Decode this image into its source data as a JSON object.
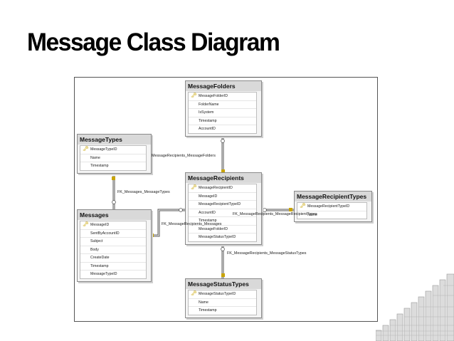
{
  "page": {
    "title": "Message Class Diagram"
  },
  "tables": {
    "message_folders": {
      "name": "MessageFolders",
      "fields": [
        "MessageFolderID",
        "FolderName",
        "IsSystem",
        "Timestamp",
        "AccountID"
      ],
      "key_field": "MessageFolderID"
    },
    "message_types": {
      "name": "MessageTypes",
      "fields": [
        "MessageTypeID",
        "Name",
        "Timestamp"
      ],
      "key_field": "MessageTypeID"
    },
    "message_recipients": {
      "name": "MessageRecipients",
      "fields": [
        "MessageRecipientID",
        "MessageID",
        "MessageRecipientTypeID",
        "AccountID",
        "Timestamp",
        "MessageFolderID",
        "MessageStatusTypeID"
      ],
      "key_field": "MessageRecipientID"
    },
    "message_recipient_types": {
      "name": "MessageRecipientTypes",
      "fields": [
        "MessageRecipientTypeID",
        "Name"
      ],
      "key_field": "MessageRecipientTypeID"
    },
    "messages": {
      "name": "Messages",
      "fields": [
        "MessageID",
        "SentByAccountID",
        "Subject",
        "Body",
        "CreateDate",
        "Timestamp",
        "MessageTypeID"
      ],
      "key_field": "MessageID"
    },
    "message_status_types": {
      "name": "MessageStatusTypes",
      "fields": [
        "MessageStatusTypeID",
        "Name",
        "Timestamp"
      ],
      "key_field": "MessageStatusTypeID"
    }
  },
  "relationships": {
    "recipients_folders": "MessageRecipients_MessageFolders",
    "messages_types": "FK_Messages_MessageTypes",
    "recipients_messages": "FK_MessageRecipients_Messages",
    "recipients_recipient_types": "FK_MessageRecipients_MessageRecipientTypes",
    "recipients_status_types": "FK_MessageRecipients_MessageStatusTypes"
  },
  "icons": {
    "primary_key": "key-icon",
    "decoration": "stacked-bars-decoration"
  },
  "colors": {
    "background": "#ffffff",
    "frame_border": "#555555",
    "table_header": "#d9d9d9",
    "key": "#c9a400",
    "connector": "#555555"
  }
}
